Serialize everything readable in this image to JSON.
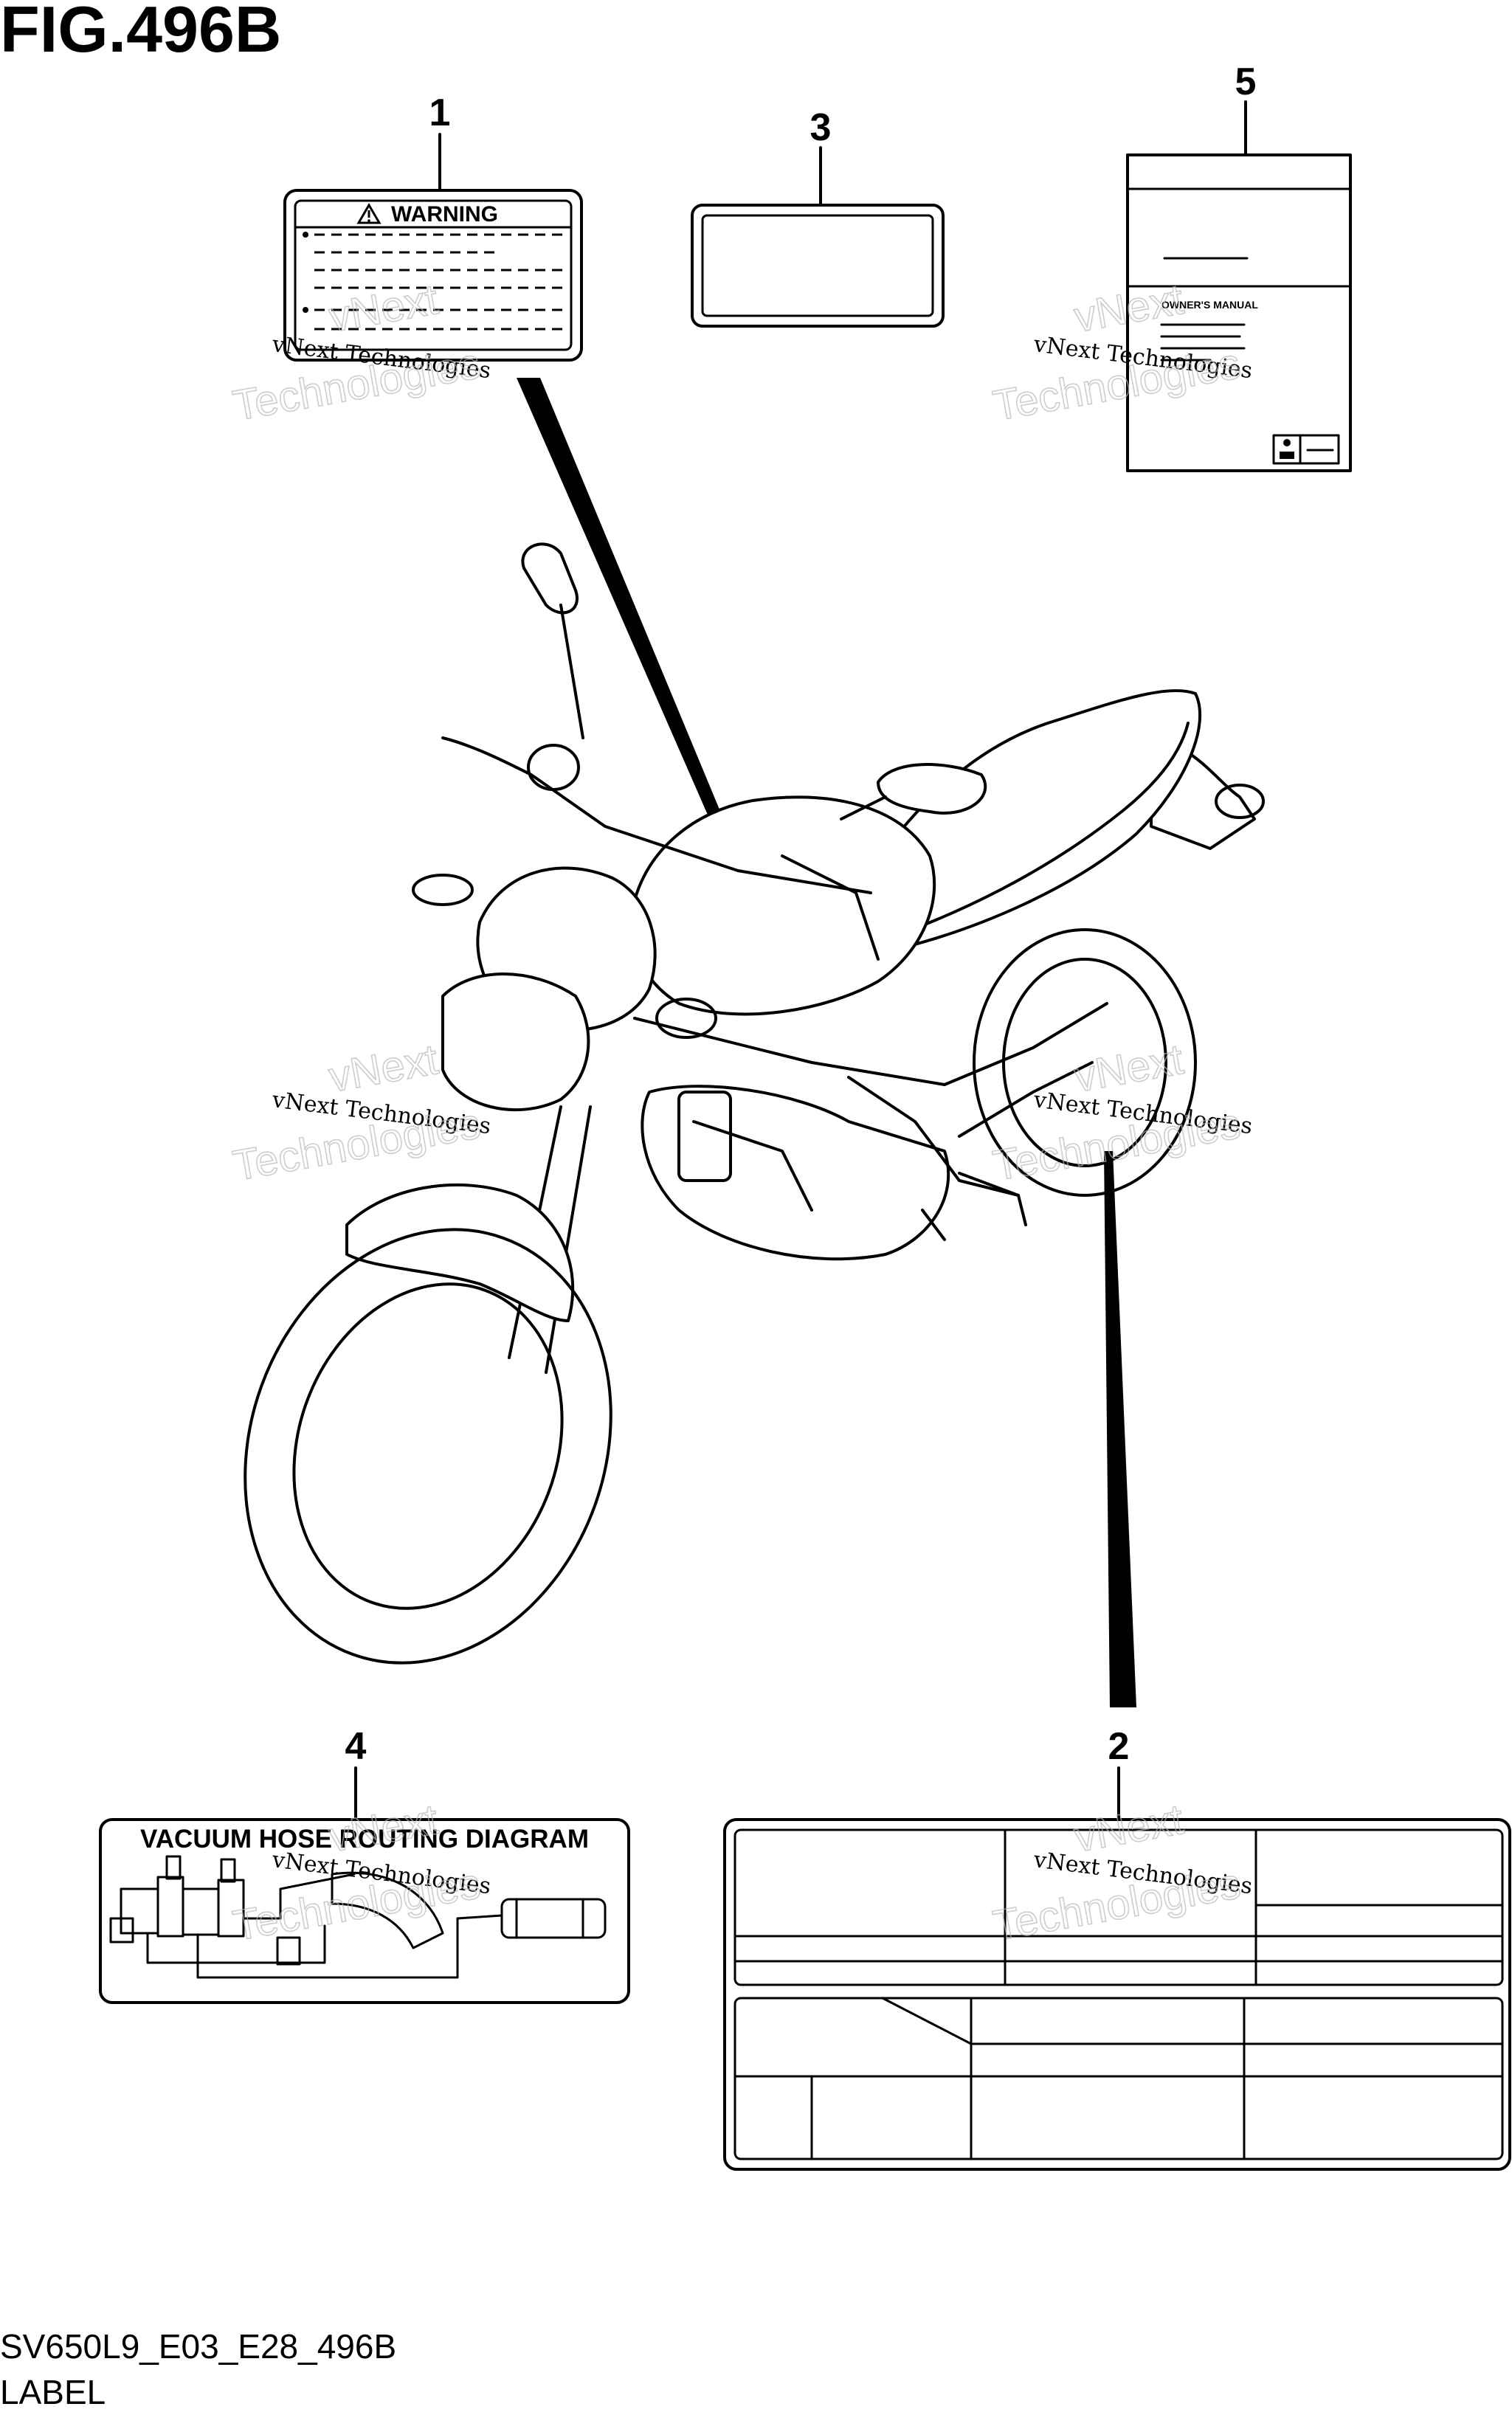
{
  "figure": {
    "title": "FIG.496B",
    "code": "SV650L9_E03_E28_496B",
    "caption": "LABEL"
  },
  "callouts": [
    "1",
    "2",
    "3",
    "4",
    "5"
  ],
  "labels": {
    "warning": {
      "heading": "WARNING",
      "icon": "warning-triangle-icon"
    },
    "vacuum": {
      "heading": "VACUUM HOSE ROUTING DIAGRAM"
    },
    "manual": {
      "heading": "OWNER'S MANUAL",
      "icon": "person-icon"
    }
  },
  "watermark": {
    "line": "vNext Technologies",
    "big_top": "vNext",
    "big_bottom": "Technologies"
  }
}
